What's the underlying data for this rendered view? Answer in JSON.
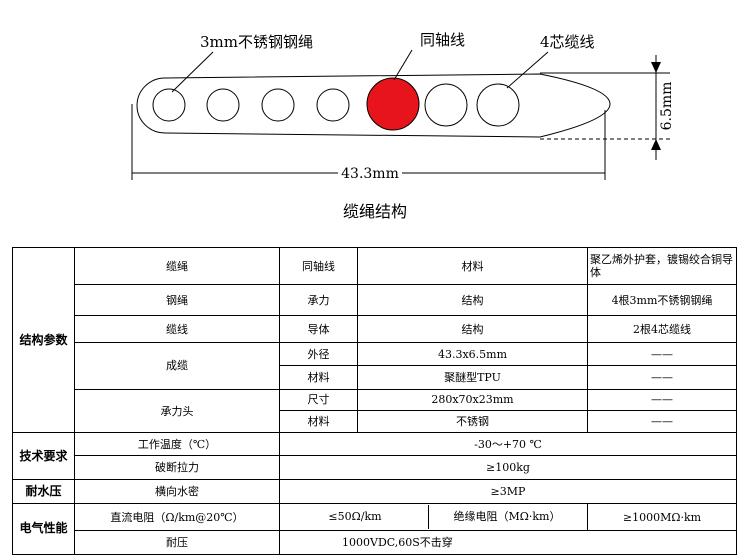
{
  "diagram": {
    "labels": {
      "steel_rope": "3mm不锈钢钢绳",
      "coax": "同轴线",
      "core4": "4芯缆线",
      "height": "6.5mm",
      "width": "43.3mm"
    },
    "caption": "缆绳结构",
    "colors": {
      "coax_fill": "#e8141c",
      "outline": "#000000"
    }
  },
  "table": {
    "r1": {
      "c1": "缆绳",
      "c2": "同轴线",
      "c3": "材料",
      "c4": "聚乙烯外护套，镀锡绞合铜导体"
    },
    "r2": {
      "cat": "结构参数",
      "c1": "钢绳",
      "c2": "承力",
      "c3": "结构",
      "c4": "4根3mm不锈钢钢绳"
    },
    "r3": {
      "c1": "缆线",
      "c2": "导体",
      "c3": "结构",
      "c4": "2根4芯缆线"
    },
    "r4": {
      "c1": "成缆",
      "c2": "外径",
      "c3": "43.3x6.5mm",
      "c4": "——"
    },
    "r5": {
      "c2": "材料",
      "c3": "聚醚型TPU",
      "c4": "——"
    },
    "r6": {
      "c1": "承力头",
      "c2": "尺寸",
      "c3": "280x70x23mm",
      "c4": "——"
    },
    "r7": {
      "c2": "材料",
      "c3": "不锈钢",
      "c4": "——"
    },
    "r8": {
      "cat": "技术要求",
      "label": "工作温度（℃）",
      "value": "-30～+70 ℃"
    },
    "r9": {
      "label": "破断拉力",
      "value": "≥100kg"
    },
    "r10": {
      "cat": "耐水压",
      "label": "横向水密",
      "value": "≥3MP"
    },
    "r11": {
      "cat": "电气性能",
      "label": "直流电阻（Ω/km@20℃）",
      "v1": "≤50Ω/km",
      "l2": "绝缘电阻（MΩ·km）",
      "v2": "≥1000MΩ·km"
    },
    "r12": {
      "label": "耐压",
      "value": "1000VDC,60S不击穿"
    }
  }
}
